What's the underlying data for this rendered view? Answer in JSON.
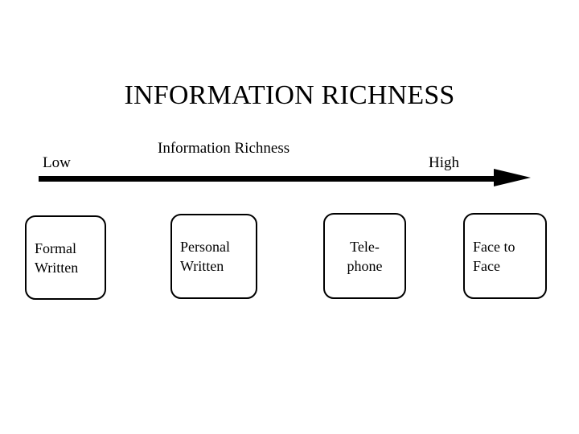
{
  "slide": {
    "title": "INFORMATION RICHNESS",
    "background_color": "#ffffff",
    "text_color": "#000000"
  },
  "scale": {
    "low_label": "Low",
    "high_label": "High",
    "axis_label": "Information Richness",
    "arrow_color": "#000000",
    "direction": "left-to-right"
  },
  "media_boxes": [
    {
      "name": "formal-written",
      "line1": "Formal",
      "line2": "Written",
      "align": "left"
    },
    {
      "name": "personal-written",
      "line1": "Personal",
      "line2": "Written",
      "align": "left"
    },
    {
      "name": "telephone",
      "line1": "Tele-",
      "line2": "phone",
      "align": "center"
    },
    {
      "name": "face-to-face",
      "line1": "Face to",
      "line2": "Face",
      "align": "left"
    }
  ]
}
